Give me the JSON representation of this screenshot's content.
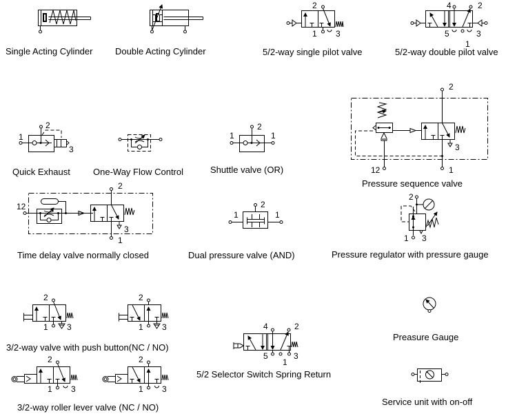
{
  "symbols": {
    "single_acting_cylinder": {
      "label": "Single Acting Cylinder"
    },
    "double_acting_cylinder": {
      "label": "Double Acting Cylinder"
    },
    "single_pilot_valve": {
      "label": "5/2-way single pilot valve",
      "ports": [
        "2",
        "1",
        "3"
      ]
    },
    "double_pilot_valve": {
      "label": "5/2-way double pilot valve",
      "ports": [
        "4",
        "2",
        "5",
        "3",
        "1"
      ]
    },
    "quick_exhaust": {
      "label": "Quick  Exhaust",
      "ports": [
        "1",
        "2",
        "3"
      ]
    },
    "one_way_flow_control": {
      "label": "One-Way Flow Control"
    },
    "shuttle_valve": {
      "label": "Shuttle valve (OR)",
      "ports": [
        "1",
        "2",
        "1"
      ]
    },
    "pressure_sequence_valve": {
      "label": "Pressure sequence valve",
      "ports": [
        "2",
        "3",
        "12",
        "1"
      ]
    },
    "time_delay_valve": {
      "label": "Time delay valve normally closed",
      "ports": [
        "12",
        "2",
        "3",
        "1"
      ]
    },
    "dual_pressure_valve": {
      "label": "Dual pressure valve (AND)",
      "ports": [
        "1",
        "2",
        "1"
      ]
    },
    "pressure_regulator": {
      "label": "Pressure regulator with pressure gauge",
      "ports": [
        "2",
        "1",
        "3"
      ]
    },
    "push_button_valve": {
      "label": "3/2-way valve with push button(NC / NO)",
      "ports_nc": [
        "2",
        "1",
        "3"
      ],
      "ports_no": [
        "2",
        "1",
        "3"
      ]
    },
    "selector_switch": {
      "label": "5/2 Selector Switch Spring Return",
      "ports": [
        "4",
        "2",
        "5",
        "1",
        "3"
      ]
    },
    "pressure_gauge": {
      "label": "Preasure  Gauge"
    },
    "roller_lever_valve": {
      "label": "3/2-way roller lever valve (NC / NO)",
      "ports_nc": [
        "2",
        "1",
        "3"
      ],
      "ports_no": [
        "2",
        "1",
        "3"
      ]
    },
    "service_unit": {
      "label": "Service unit with on-off"
    }
  }
}
